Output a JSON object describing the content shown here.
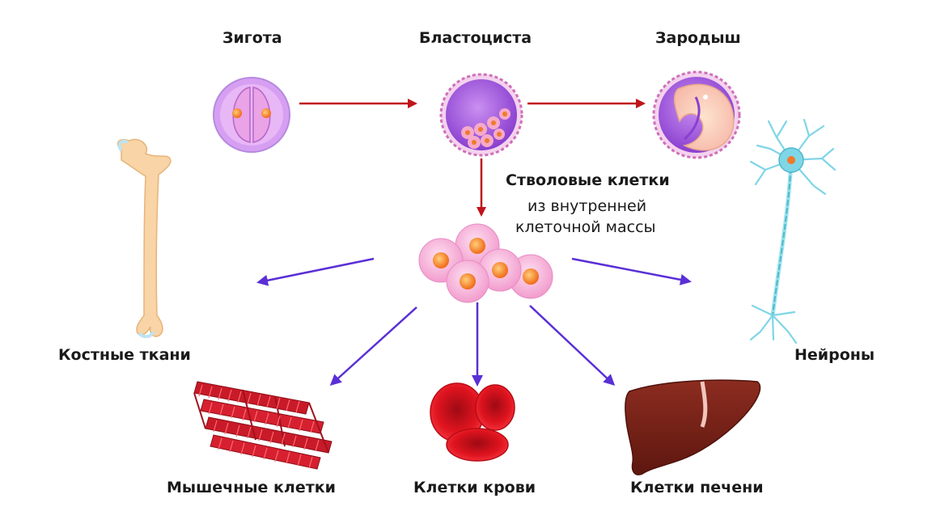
{
  "stages": {
    "zygote": "Зигота",
    "blastocyst": "Бластоциста",
    "embryo": "Зародыш"
  },
  "stem": {
    "title": "Стволовые клетки",
    "subtitle_line1": "из внутренней",
    "subtitle_line2": "клеточной массы"
  },
  "outputs": {
    "bone": "Костные ткани",
    "neurons": "Нейроны",
    "muscle": "Мышечные клетки",
    "blood": "Клетки крови",
    "liver": "Клетки печени"
  },
  "colors": {
    "developmental_arrow": "#c0141c",
    "differentiation_arrow": "#5a2fd6",
    "stem_cell": "#f7b3d8",
    "stem_nucleus": "#f07a2a",
    "blood": "#d8101c",
    "muscle": "#c81a28",
    "liver": "#7a2218",
    "neuron": "#7fd6e6",
    "bone": "#f8d4a6"
  }
}
